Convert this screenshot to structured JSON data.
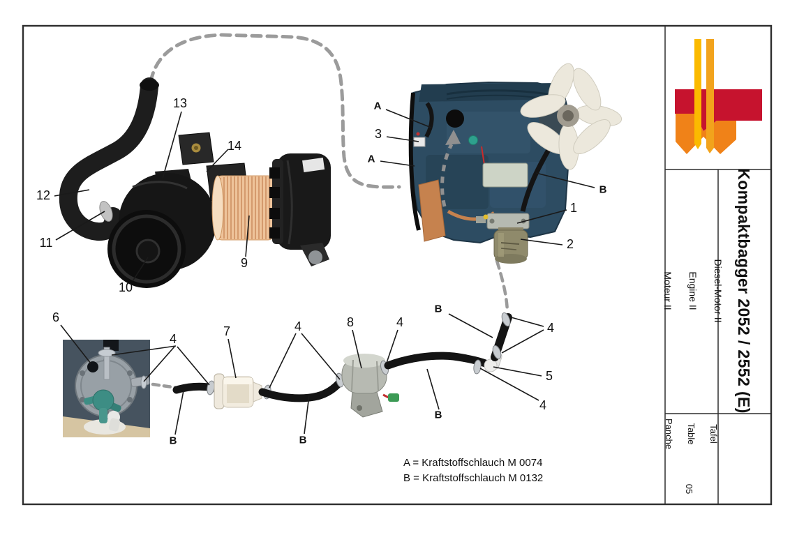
{
  "titleblock": {
    "title": "Kompaktbagger 2052 / 2552 (E)",
    "subtitle_de": "Diesel-Motor II",
    "subtitle_en": "Engine II",
    "subtitle_fr": "Moteur II",
    "sheet_label_de": "Tafel",
    "sheet_label_en": "Table",
    "sheet_label_fr": "Panche",
    "sheet_number": "05"
  },
  "logo": {
    "colors": {
      "bar_left": "#FBBA00",
      "bar_right": "#F2A31C",
      "flag_red": "#C6132E",
      "flag_orange": "#F08218"
    }
  },
  "legend": {
    "line_a": "A = Kraftstoffschlauch M 0074",
    "line_b": "B = Kraftstoffschlauch M 0132"
  },
  "callouts": {
    "n1": "1",
    "n2": "2",
    "n3": "3",
    "n4": "4",
    "n5": "5",
    "n6": "6",
    "n7": "7",
    "n8": "8",
    "n9": "9",
    "n10": "10",
    "n11": "11",
    "n12": "12",
    "n13": "13",
    "n14": "14",
    "letter_a": "A",
    "letter_b": "B"
  }
}
